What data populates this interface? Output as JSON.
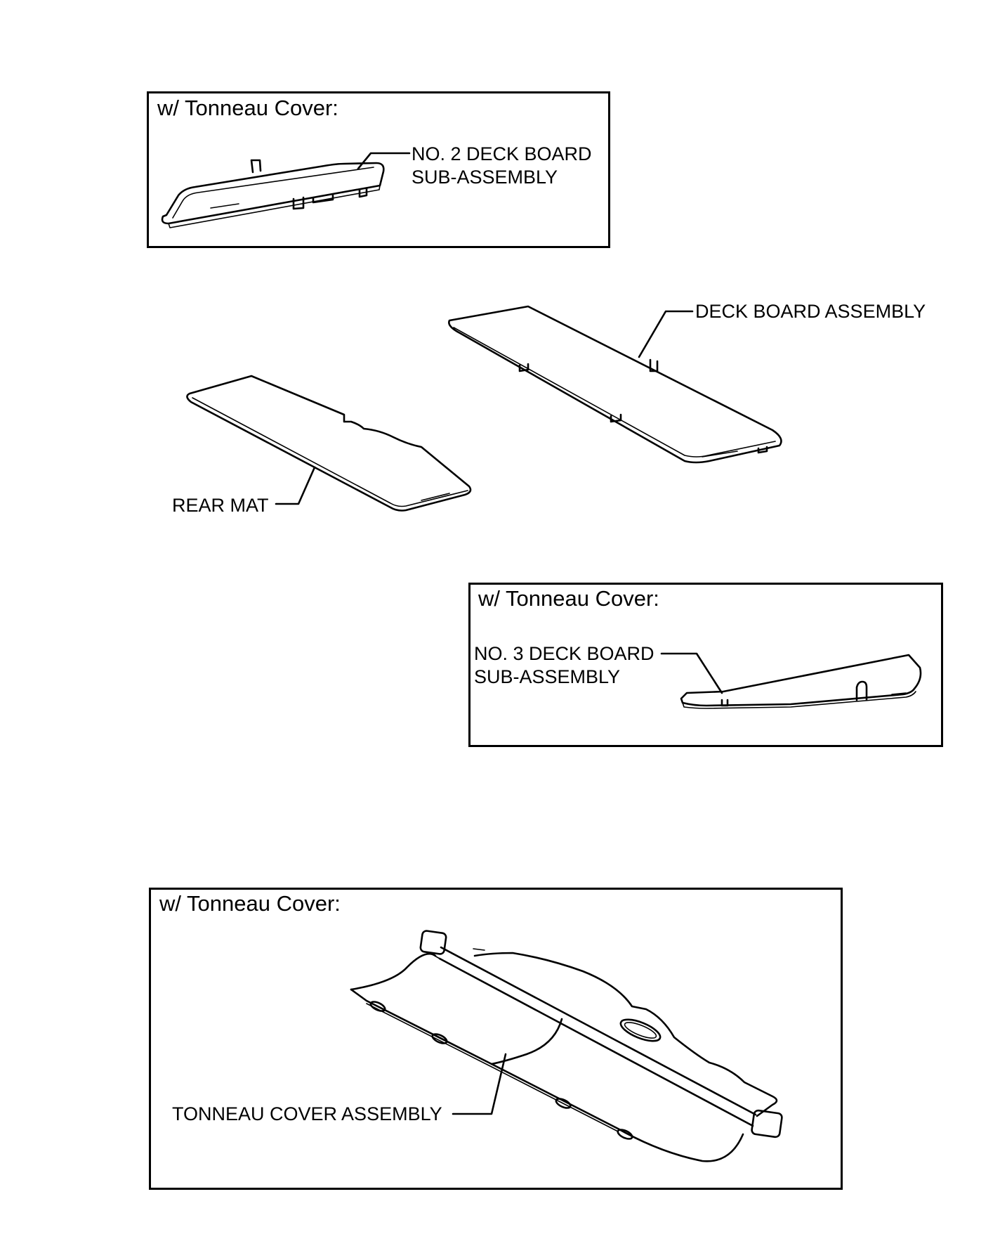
{
  "panels": {
    "top": {
      "title": "w/ Tonneau Cover:"
    },
    "middle": {
      "title": "w/ Tonneau Cover:"
    },
    "bottom": {
      "title": "w/ Tonneau Cover:"
    }
  },
  "labels": {
    "no2_deck_board": [
      "NO. 2 DECK BOARD",
      "SUB-ASSEMBLY"
    ],
    "deck_board": "DECK BOARD ASSEMBLY",
    "rear_mat": "REAR MAT",
    "no3_deck_board": [
      "NO. 3 DECK BOARD",
      "SUB-ASSEMBLY"
    ],
    "tonneau_cover": "TONNEAU COVER ASSEMBLY"
  }
}
